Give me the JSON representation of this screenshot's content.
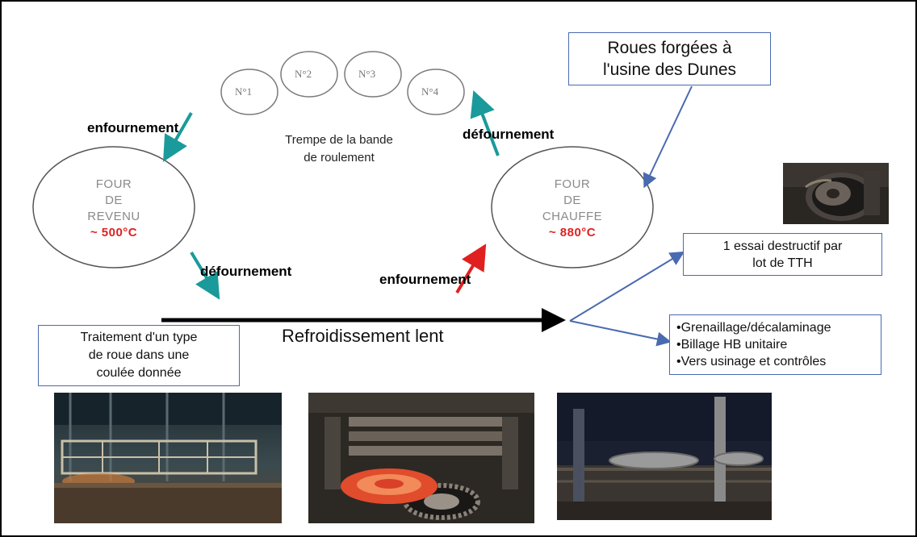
{
  "quench_stations": [
    "N°1",
    "N°2",
    "N°3",
    "N°4"
  ],
  "quench_caption": [
    "Trempe de la bande",
    "de roulement"
  ],
  "furnace_revenu": {
    "lines": [
      "FOUR",
      "DE",
      "REVENU"
    ],
    "temperature": "~ 500°C"
  },
  "furnace_chauffe": {
    "lines": [
      "FOUR",
      "DE",
      "CHAUFFE"
    ],
    "temperature": "~ 880°C"
  },
  "labels": {
    "enfournement_left": "enfournement",
    "defournement_right": "défournement",
    "defournement_left": "défournement",
    "enfournement_right": "enfournement",
    "slow_cooling": "Refroidissement lent"
  },
  "source_box": [
    "Roues forgées à",
    "l'usine des Dunes"
  ],
  "test_box": [
    "1 essai destructif par",
    "lot de TTH"
  ],
  "finishing_box": [
    "•Grenaillage/décalaminage",
    "•Billage HB unitaire",
    "•Vers usinage et contrôles"
  ],
  "treatment_box": [
    "Traitement d'un type",
    "de roue dans une",
    "coulée donnée"
  ],
  "colors": {
    "teal_arrow": "#1a9a9a",
    "red_arrow": "#e02020",
    "blue_line": "#4a6ab0",
    "temperature": "#e02020",
    "furnace_text": "#8a8a8a"
  }
}
